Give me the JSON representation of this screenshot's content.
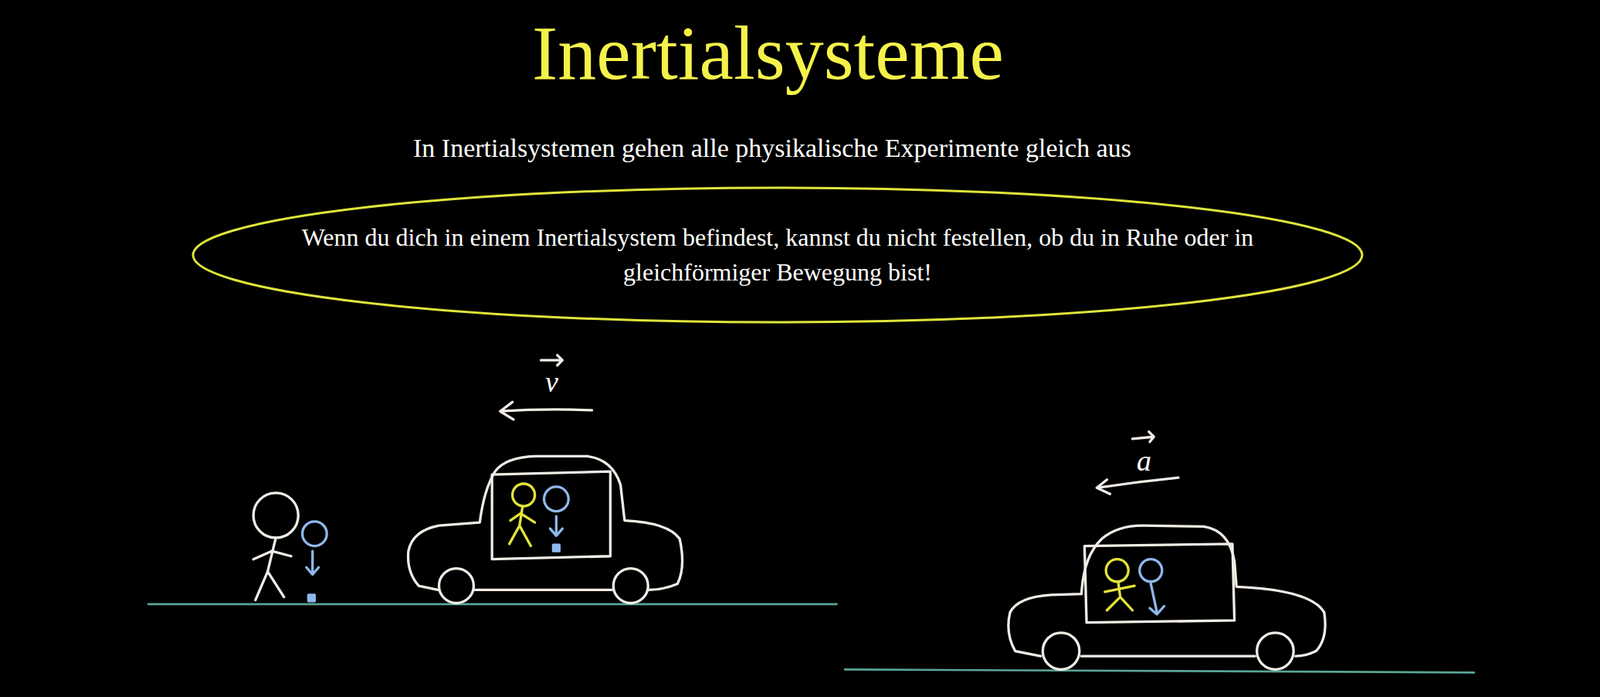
{
  "diagram": {
    "title": "Inertialsysteme",
    "nodes": [
      {
        "text": [
          "Wenn du dich in einem Inertialsystem befindest, kannst du nicht festellen, ob du in Ruhe oder in gleichförmiger Bewegung bist!"
        ]
      }
    ],
    "labels": [
      "In Inertialsystemen gehen alle physikalische Experimente gleich aus",
      "v",
      "a"
    ]
  }
}
